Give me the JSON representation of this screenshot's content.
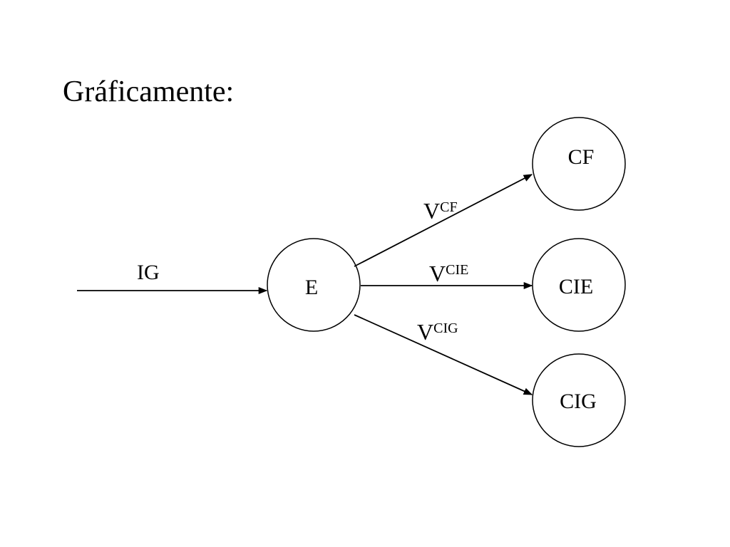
{
  "title": "Gráficamente:",
  "nodes": {
    "e": "E",
    "cf": "CF",
    "cie": "CIE",
    "cig": "CIG"
  },
  "edges": {
    "ig": "IG",
    "vcf": {
      "main": "V",
      "sub": "CF"
    },
    "vcie": {
      "main": "V",
      "sub": "CIE"
    },
    "vcig": {
      "main": "V",
      "sub": "CIG"
    }
  },
  "colors": {
    "stroke": "#000000",
    "background": "#ffffff"
  }
}
